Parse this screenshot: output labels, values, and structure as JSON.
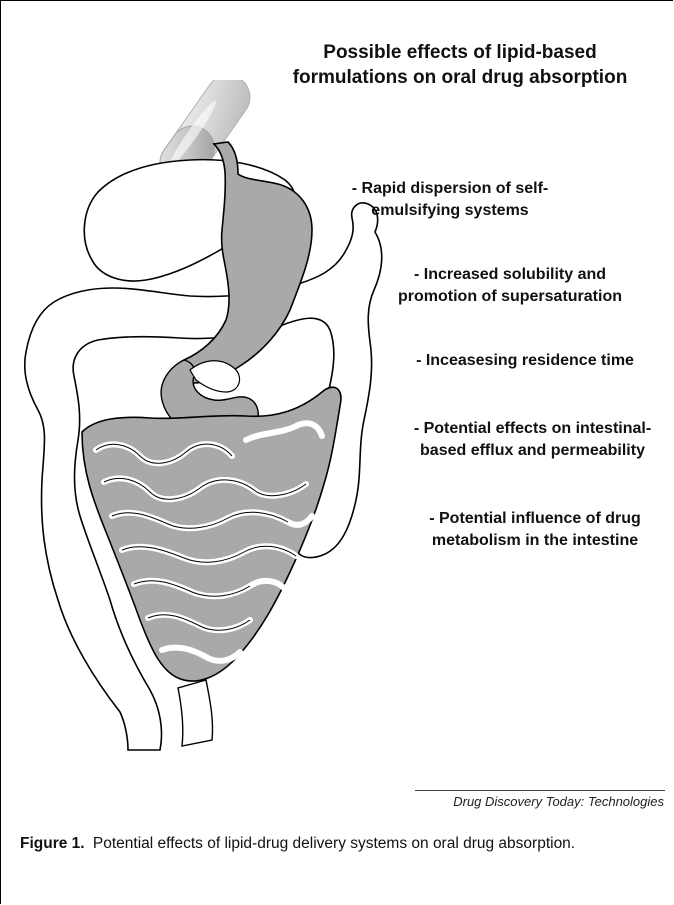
{
  "figure": {
    "title_line1": "Possible effects of lipid-based",
    "title_line2": "formulations on oral drug absorption",
    "effects": [
      {
        "line1": "- Rapid dispersion of self-",
        "line2": "emulsifying systems"
      },
      {
        "line1": "- Increased solubility and",
        "line2": "promotion of supersaturation"
      },
      {
        "line1": "- Inceasesing residence time",
        "line2": ""
      },
      {
        "line1": "- Potential effects on intestinal-",
        "line2": "based efflux and permeability"
      },
      {
        "line1": "- Potential influence of drug",
        "line2": "metabolism in the intestine"
      }
    ],
    "credit": "Drug Discovery Today: Technologies",
    "caption_label": "Figure 1.",
    "caption_text": "Potential effects of lipid-drug delivery systems on oral drug absorption.",
    "colors": {
      "organ_fill": "#a9a9a9",
      "outline": "#000000"
    }
  }
}
